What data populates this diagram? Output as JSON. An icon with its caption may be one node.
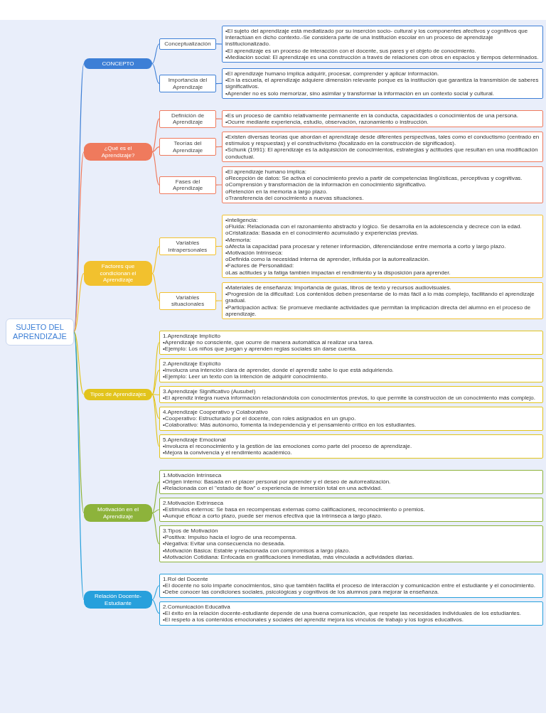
{
  "diagram": {
    "nodes": [
      {
        "text": [
          "SUJETO DEL APRENDIZAJE"
        ]
      },
      {
        "text": [
          "CONCEPTO"
        ]
      },
      {
        "text": [
          "Conceptualización"
        ]
      },
      {
        "text": [
          "•El sujeto del aprendizaje está mediatizado por su inserción socio- cultural y los componentes afectivos y cognitivos que interactúan en dicho contexto.-Se considera parte de una institución escolar en un proceso de aprendizaje institucionalizado.",
          "•El aprendizaje es un proceso de interacción con el docente, sus pares y el objeto de conocimiento.",
          "•Mediación social: El aprendizaje es una construcción a través de relaciones con otros en espacios y tiempos determinados."
        ]
      },
      {
        "text": [
          "Importancia del Aprendizaje"
        ]
      },
      {
        "text": [
          "•El aprendizaje humano implica adquirir, procesar, comprender y aplicar información.",
          "•En la escuela, el aprendizaje adquiere dimensión relevante porque es la institución que garantiza la transmisión de saberes significativos.",
          "•Aprender no es solo memorizar, sino asimilar y transformar la información en un contexto social y cultural."
        ]
      },
      {
        "text": [
          "¿Qué es el Aprendizaje?"
        ]
      },
      {
        "text": [
          "Definición de Aprendizaje"
        ]
      },
      {
        "text": [
          "•Es un proceso de cambio relativamente permanente en la conducta, capacidades o conocimientos de una persona.",
          "•Ocurre mediante experiencia, estudio, observación, razonamiento o instrucción."
        ]
      },
      {
        "text": [
          "Teorías del Aprendizaje"
        ]
      },
      {
        "text": [
          "•Existen diversas teorías que abordan el aprendizaje desde diferentes perspectivas, tales como el conductismo (centrado en estímulos y respuestas) y el constructivismo (focalizado en la construcción de significados).",
          "•Schunk (1991): El aprendizaje es la adquisición de conocimientos, estrategias y actitudes que resultan en una modificación conductual."
        ]
      },
      {
        "text": [
          "Fases del Aprendizaje"
        ]
      },
      {
        "text": [
          "•El aprendizaje humano implica:",
          "oRecepción de datos: Se activa el conocimiento previo a partir de competencias lingüísticas, perceptivas y cognitivas.",
          "oComprensión y transformación de la información en conocimiento significativo.",
          "oRetención en la memoria a largo plazo.",
          "oTransferencia del conocimiento a nuevas situaciones."
        ]
      },
      {
        "text": [
          "Factores que condicionan el Aprendizaje"
        ]
      },
      {
        "text": [
          "Variables intrapersonales"
        ]
      },
      {
        "text": [
          "•Inteligencia:",
          "oFluida: Relacionada con el razonamiento abstracto y lógico. Se desarrolla en la adolescencia y decrece con la edad.",
          "oCristalizada: Basada en el conocimiento acumulado y experiencias previas.",
          "•Memoria:",
          "oAfecta la capacidad para procesar y retener información, diferenciándose entre memoria a corto y largo plazo.",
          "•Motivación Intrínseca:",
          "oDefinida como la necesidad interna de aprender, influida por la autorrealización.",
          "•Factores de Personalidad:",
          "oLas actitudes y la fatiga también impactan el rendimiento y la disposición para aprender."
        ]
      },
      {
        "text": [
          "Variables situacionales"
        ]
      },
      {
        "text": [
          "•Materiales de enseñanza: Importancia de guías, libros de texto y recursos audiovisuales.",
          "•Progresión de la dificultad: Los contenidos deben presentarse de lo más fácil a lo más complejo, facilitando el aprendizaje gradual.",
          "•Participación activa: Se promueve mediante actividades que permitan la implicación directa del alumno en el proceso de aprendizaje."
        ]
      },
      {
        "text": [
          "Tipos de Aprendizajes"
        ]
      },
      {
        "text": [
          "1.Aprendizaje Implícito",
          "•Aprendizaje no consciente, que ocurre de manera automática al realizar una tarea.",
          "•Ejemplo: Los niños que juegan y aprenden reglas sociales sin darse cuenta."
        ]
      },
      {
        "text": [
          "2.Aprendizaje Explícito",
          "•Involucra una intención clara de aprender, donde el aprendiz sabe lo que está adquiriendo.",
          "•Ejemplo: Leer un texto con la intención de adquirir conocimiento."
        ]
      },
      {
        "text": [
          "3.Aprendizaje Significativo (Ausubel)",
          "•El aprendiz integra nueva información relacionándola con conocimientos previos, lo que permite la construcción de un conocimiento más complejo."
        ]
      },
      {
        "text": [
          "4.Aprendizaje Cooperativo y Colaborativo",
          "•Cooperativo: Estructurado por el docente, con roles asignados en un grupo.",
          "•Colaborativo: Más autónomo, fomenta la independencia y el pensamiento crítico en los estudiantes."
        ]
      },
      {
        "text": [
          "5.Aprendizaje Emocional",
          "•Involucra el reconocimiento y la gestión de las emociones como parte del proceso de aprendizaje.",
          "•Mejora la convivencia y el rendimiento académico."
        ]
      },
      {
        "text": [
          "Motivación en el Aprendizaje"
        ]
      },
      {
        "text": [
          "1.Motivación Intrínseca",
          "•Origen interno: Basada en el placer personal por aprender y el deseo de autorrealización.",
          "•Relacionada con el \"estado de flow\" o experiencia de inmersión total en una actividad."
        ]
      },
      {
        "text": [
          "2.Motivación Extrínseca",
          "•Estímulos externos: Se basa en recompensas externas como calificaciones, reconocimiento o premios.",
          "•Aunque eficaz a corto plazo, puede ser menos efectiva que la intrínseca a largo plazo."
        ]
      },
      {
        "text": [
          "3.Tipos de Motivación",
          "•Positiva: Impulso hacia el logro de una recompensa.",
          "•Negativa: Evitar una consecuencia no deseada.",
          "•Motivación Básica: Estable y relacionada con compromisos a largo plazo.",
          "•Motivación Cotidiana: Enfocada en gratificaciones inmediatas, más vinculada a actividades diarias."
        ]
      },
      {
        "text": [
          "Relación Docente- Estudiante"
        ]
      },
      {
        "text": [
          "1.Rol del Docente",
          "•El docente no solo imparte conocimientos, sino que también facilita el proceso de interacción y comunicación entre el estudiante y el conocimiento.",
          "•Debe conocer las condiciones sociales, psicológicas y cognitivos de los alumnos para mejorar la enseñanza."
        ]
      },
      {
        "text": [
          "2.Comunicación Educativa",
          "•El éxito en la relación docente-estudiante depende de una buena comunicación, que respete las necesidades individuales de los estudiantes.",
          "•El respeto a los contenidos emocionales y sociales del aprendiz mejora los vínculos de trabajo y los logros educativos."
        ]
      }
    ],
    "edges": [
      {
        "from": 0,
        "to": 1,
        "arrow": "none",
        "color": "#3d7fd6"
      },
      {
        "from": 1,
        "to": 2,
        "arrow": "none",
        "color": "#3d7fd6"
      },
      {
        "from": 2,
        "to": 3,
        "arrow": "none",
        "color": "#3d7fd6"
      },
      {
        "from": 1,
        "to": 4,
        "arrow": "none",
        "color": "#3d7fd6"
      },
      {
        "from": 4,
        "to": 5,
        "arrow": "none",
        "color": "#3d7fd6"
      },
      {
        "from": 0,
        "to": 6,
        "arrow": "none",
        "color": "#ef7a5d"
      },
      {
        "from": 6,
        "to": 7,
        "arrow": "none",
        "color": "#ef7a5d"
      },
      {
        "from": 7,
        "to": 8,
        "arrow": "none",
        "color": "#ef7a5d"
      },
      {
        "from": 6,
        "to": 9,
        "arrow": "none",
        "color": "#ef7a5d"
      },
      {
        "from": 9,
        "to": 10,
        "arrow": "none",
        "color": "#ef7a5d"
      },
      {
        "from": 6,
        "to": 11,
        "arrow": "none",
        "color": "#ef7a5d"
      },
      {
        "from": 11,
        "to": 12,
        "arrow": "none",
        "color": "#ef7a5d"
      },
      {
        "from": 0,
        "to": 13,
        "arrow": "none",
        "color": "#f2c12e"
      },
      {
        "from": 13,
        "to": 14,
        "arrow": "none",
        "color": "#f2c12e"
      },
      {
        "from": 14,
        "to": 15,
        "arrow": "none",
        "color": "#f2c12e"
      },
      {
        "from": 13,
        "to": 16,
        "arrow": "none",
        "color": "#f2c12e"
      },
      {
        "from": 16,
        "to": 17,
        "arrow": "none",
        "color": "#f2c12e"
      },
      {
        "from": 0,
        "to": 18,
        "arrow": "none",
        "color": "#e2c41c"
      },
      {
        "from": 18,
        "to": 19,
        "arrow": "none",
        "color": "#e2c41c"
      },
      {
        "from": 18,
        "to": 20,
        "arrow": "none",
        "color": "#e2c41c"
      },
      {
        "from": 18,
        "to": 21,
        "arrow": "none",
        "color": "#e2c41c"
      },
      {
        "from": 18,
        "to": 22,
        "arrow": "none",
        "color": "#e2c41c"
      },
      {
        "from": 18,
        "to": 23,
        "arrow": "none",
        "color": "#e2c41c"
      },
      {
        "from": 0,
        "to": 24,
        "arrow": "none",
        "color": "#8db33b"
      },
      {
        "from": 24,
        "to": 25,
        "arrow": "none",
        "color": "#8db33b"
      },
      {
        "from": 24,
        "to": 26,
        "arrow": "none",
        "color": "#8db33b"
      },
      {
        "from": 24,
        "to": 27,
        "arrow": "none",
        "color": "#8db33b"
      },
      {
        "from": 0,
        "to": 28,
        "arrow": "none",
        "color": "#27a0dc"
      },
      {
        "from": 28,
        "to": 29,
        "arrow": "none",
        "color": "#27a0dc"
      },
      {
        "from": 28,
        "to": 30,
        "arrow": "none",
        "color": "#27a0dc"
      }
    ]
  }
}
